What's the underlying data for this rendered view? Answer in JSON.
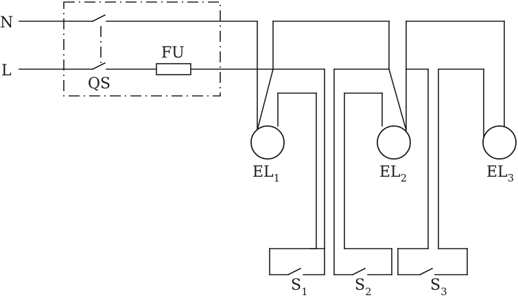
{
  "lines": {
    "neutral": "N",
    "live": "L"
  },
  "devices": {
    "main_switch": "QS",
    "fuse": "FU"
  },
  "lamps": [
    {
      "name": "EL",
      "sub": "1"
    },
    {
      "name": "EL",
      "sub": "2"
    },
    {
      "name": "EL",
      "sub": "3"
    }
  ],
  "switches": [
    {
      "name": "S",
      "sub": "1"
    },
    {
      "name": "S",
      "sub": "2"
    },
    {
      "name": "S",
      "sub": "3"
    }
  ]
}
